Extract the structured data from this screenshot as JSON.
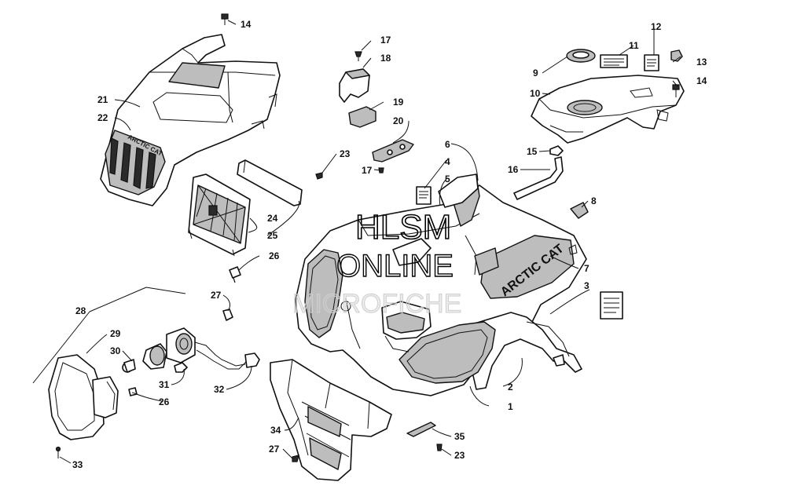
{
  "watermark": {
    "line1": "HLSM",
    "line2": "ONLINE",
    "line3": "MICROFICHE"
  },
  "branding": {
    "fender_logo": "ARCTIC CAT",
    "hood_logo": "ARCTIC CAT"
  },
  "callouts": {
    "c1": "1",
    "c2": "2",
    "c3": "3",
    "c4": "4",
    "c5": "5",
    "c6": "6",
    "c7": "7",
    "c8": "8",
    "c9": "9",
    "c10": "10",
    "c11": "11",
    "c12": "12",
    "c13": "13",
    "c14a": "14",
    "c14b": "14",
    "c15": "15",
    "c16": "16",
    "c17a": "17",
    "c17b": "17",
    "c18": "18",
    "c19": "19",
    "c20": "20",
    "c21": "21",
    "c22": "22",
    "c23a": "23",
    "c23b": "23",
    "c24": "24",
    "c25": "25",
    "c26a": "26",
    "c26b": "26",
    "c27a": "27",
    "c27b": "27",
    "c28": "28",
    "c29": "29",
    "c30": "30",
    "c31": "31",
    "c32": "32",
    "c33": "33",
    "c34": "34",
    "c35": "35"
  }
}
